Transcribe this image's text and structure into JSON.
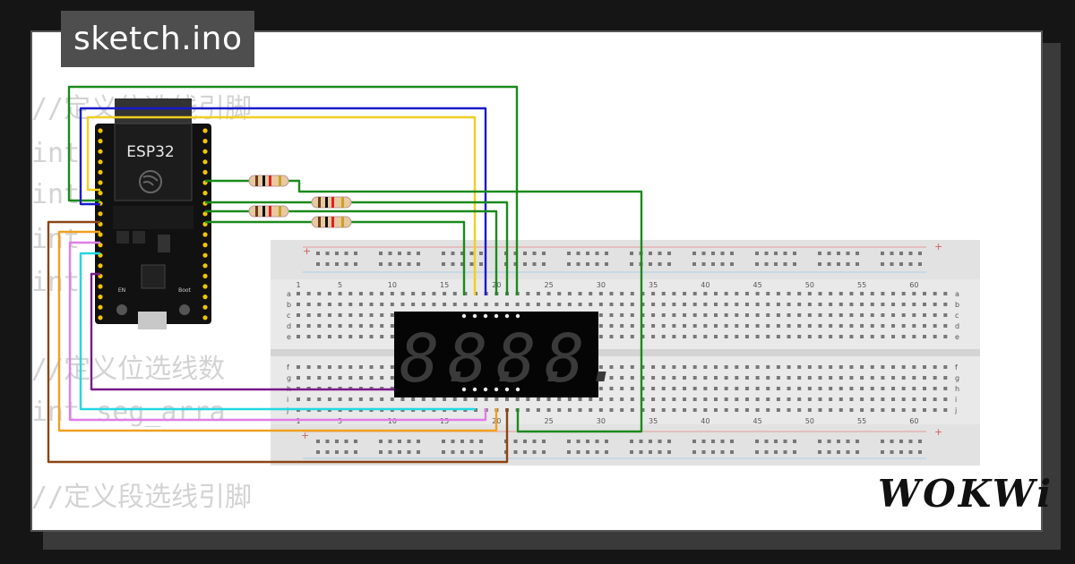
{
  "project": {
    "file_name": "sketch.ino"
  },
  "code_lines": [
    "//定义位选线引脚",
    "int  =5;",
    "int  =18;",
    "int  =19;",
    "int  =2",
    "//定义位选线数",
    "int seg_arra",
    "//定义段选线引脚"
  ],
  "board": {
    "label": "ESP32",
    "en_label": "EN",
    "boot_label": "Boot"
  },
  "breadboard": {
    "column_numbers": [
      "1",
      "5",
      "10",
      "15",
      "20",
      "25",
      "30",
      "35",
      "40",
      "45",
      "50",
      "55",
      "60"
    ],
    "row_letters_top": [
      "a",
      "b",
      "c",
      "d",
      "e"
    ],
    "row_letters_bottom": [
      "f",
      "g",
      "h",
      "i",
      "j"
    ],
    "rail_plus": "+",
    "rail_minus": "-"
  },
  "display": {
    "digits": [
      "8.",
      "8.",
      "8.",
      "8."
    ]
  },
  "brand": {
    "logo_text": "WOKWi"
  },
  "colors": {
    "wire_green": "#1b8a1b",
    "wire_blue": "#1a1acc",
    "wire_yellow": "#f0cf1e",
    "wire_brown": "#8b4513",
    "wire_orange": "#f0a020",
    "wire_pink": "#e07ee8",
    "wire_cyan": "#22d8e0",
    "wire_purple": "#7a1a8a"
  }
}
